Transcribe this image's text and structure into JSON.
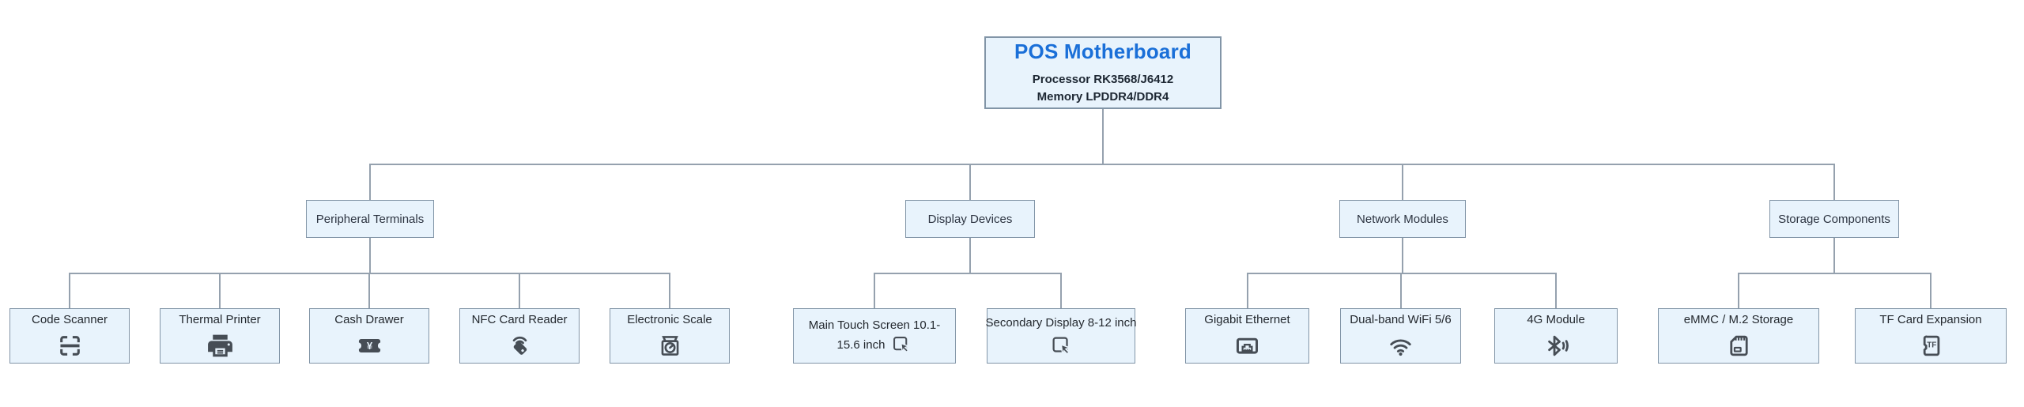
{
  "diagram": {
    "root": {
      "title": "POS Motherboard",
      "subtitle_lines": [
        "Processor RK3568/J6412",
        "Memory LPDDR4/DDR4"
      ]
    },
    "groups": [
      {
        "id": "peripheral-terminals",
        "label": "Peripheral Terminals",
        "children": [
          {
            "id": "code-scanner",
            "lines": [
              "Code Scanner"
            ],
            "icon": "code-scanner"
          },
          {
            "id": "thermal-printer",
            "lines": [
              "Thermal Printer"
            ],
            "icon": "thermal-printer"
          },
          {
            "id": "cash-drawer",
            "lines": [
              "Cash Drawer"
            ],
            "icon": "cash-drawer"
          },
          {
            "id": "nfc-card-reader",
            "lines": [
              "NFC Card Reader"
            ],
            "icon": "nfc-card-reader"
          },
          {
            "id": "electronic-scale",
            "lines": [
              "Electronic Scale"
            ],
            "icon": "electronic-scale"
          }
        ]
      },
      {
        "id": "display-devices",
        "label": "Display Devices",
        "children": [
          {
            "id": "main-touch-screen",
            "lines": [
              "Main Touch Screen 10.1-",
              "15.6 inch"
            ],
            "icon": "touch-pointer",
            "icon_inline": true
          },
          {
            "id": "secondary-display",
            "lines": [
              "Secondary Display 8-12 inch"
            ],
            "icon": "touch-pointer",
            "icon_small": true
          }
        ]
      },
      {
        "id": "network-modules",
        "label": "Network Modules",
        "children": [
          {
            "id": "gigabit-ethernet",
            "lines": [
              "Gigabit Ethernet"
            ],
            "icon": "ethernet-port"
          },
          {
            "id": "dual-band-wifi",
            "lines": [
              "Dual-band WiFi 5/6"
            ],
            "icon": "wifi"
          },
          {
            "id": "4g-module",
            "lines": [
              "4G Module"
            ],
            "icon": "bluetooth-signal"
          }
        ]
      },
      {
        "id": "storage-components",
        "label": "Storage Components",
        "children": [
          {
            "id": "emmc-m2-storage",
            "lines": [
              "eMMC / M.2 Storage"
            ],
            "icon": "sd-card"
          },
          {
            "id": "tf-card-expansion",
            "lines": [
              "TF Card Expansion"
            ],
            "icon": "tf-card"
          }
        ]
      }
    ],
    "colors": {
      "node_fill": "#e8f3fc",
      "node_border": "#8295a7",
      "connector": "#95a1ae",
      "title_blue": "#1a6fd8",
      "text_dark": "#23282e",
      "icon": "#464d55"
    }
  }
}
